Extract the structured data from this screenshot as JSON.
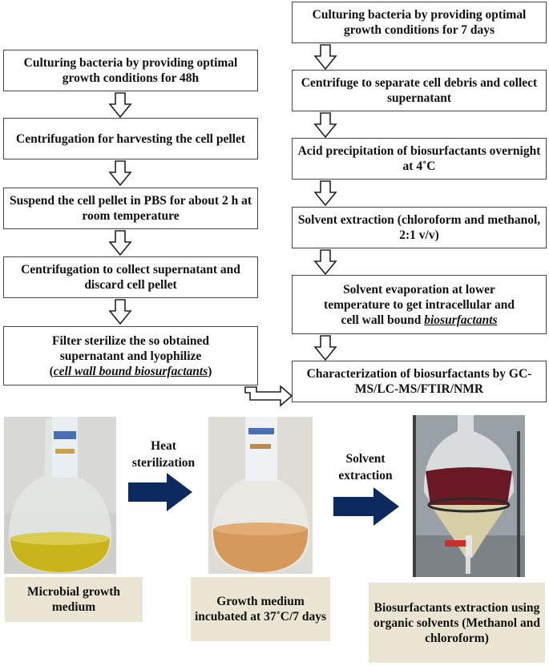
{
  "left_flow": [
    "Culturing bacteria by providing optimal growth conditions for  48h",
    "Centrifugation for harvesting the cell pellet",
    "Suspend the cell pellet in PBS for about 2 h at room temperature",
    "Centrifugation to collect supernatant and discard cell pellet",
    {
      "line1": "Filter sterilize the so obtained",
      "line2": "supernatant and lyophilize",
      "line3_open": "(",
      "line3_em": "cell wall bound biosurfactants",
      "line3_close": ")"
    }
  ],
  "right_flow": [
    "Culturing bacteria by providing optimal growth conditions for 7 days",
    "Centrifuge to separate cell debris and collect supernatant",
    "Acid precipitation of biosurfactants overnight at 4˚C",
    "Solvent extraction (chloroform and methanol, 2:1 v/v)",
    {
      "line1": "Solvent evaporation at lower",
      "line2": "temperature to get intracellular and",
      "line3_plain": "cell wall bound ",
      "line3_em": "biosurfactants"
    },
    "Characterization of biosurfactants by GC-MS/LC-MS/FTIR/NMR"
  ],
  "process": {
    "arrow1_label": "Heat sterilization",
    "arrow2_label": "Solvent extraction",
    "captions": [
      "Microbial growth medium",
      "Growth medium incubated at 37˚C/7 days",
      "Biosurfactants extraction using organic solvents (Methanol and chloroform)"
    ]
  },
  "colors": {
    "process_arrow": "#0d2a5e",
    "caption_bg": "#ebe6d4",
    "liquid_yellow": "#c9b41c",
    "liquid_amber": "#d59a5b",
    "liquid_red": "#6b1a25"
  }
}
